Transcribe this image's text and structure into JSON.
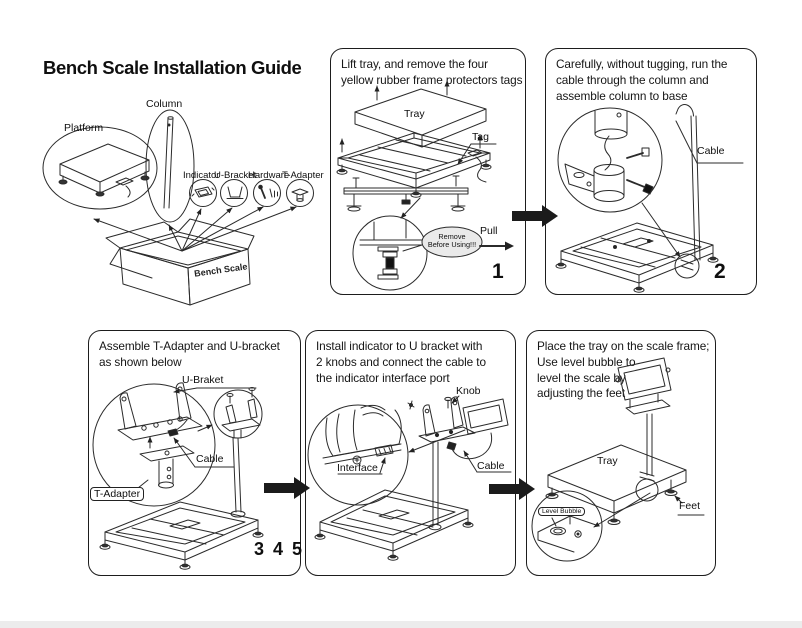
{
  "title": "Bench Scale Installation Guide",
  "kit": {
    "platform": "Platform",
    "column": "Column",
    "indicator": "Indicator",
    "u_bracket": "U-Bracket",
    "hardware": "Hardware",
    "t_adapter": "T-Adapter",
    "box_text": "Bench Scale"
  },
  "steps": {
    "s1": {
      "number": "1",
      "instruction": "Lift tray, and remove the four\nyellow rubber frame protectors tags",
      "labels": {
        "tray": "Tray",
        "tag": "Tag",
        "warning": "Remove\nBefore Using!!!",
        "pull": "Pull"
      }
    },
    "s2": {
      "number": "2",
      "instruction": "Carefully, without tugging, run the\ncable through the column and\nassemble column to base",
      "labels": {
        "cable": "Cable"
      }
    },
    "s3": {
      "numbers": "3 4 5",
      "instruction": "Assemble T-Adapter and U-bracket\nas shown below",
      "labels": {
        "u_bracket": "U-Braket",
        "cable": "Cable",
        "t_adapter": "T-Adapter"
      }
    },
    "s4": {
      "instruction": "Install indicator to U bracket with\n2 knobs and connect the cable to\nthe indicator interface port",
      "labels": {
        "knob": "Knob",
        "interface": "Interface",
        "cable": "Cable"
      }
    },
    "s5": {
      "instruction": "Place the tray on the scale frame;\nUse level bubble to\nlevel the scale by\nadjusting the feet",
      "labels": {
        "tray": "Tray",
        "feet": "Feet",
        "level_bubble": "Level Bubble"
      }
    }
  }
}
